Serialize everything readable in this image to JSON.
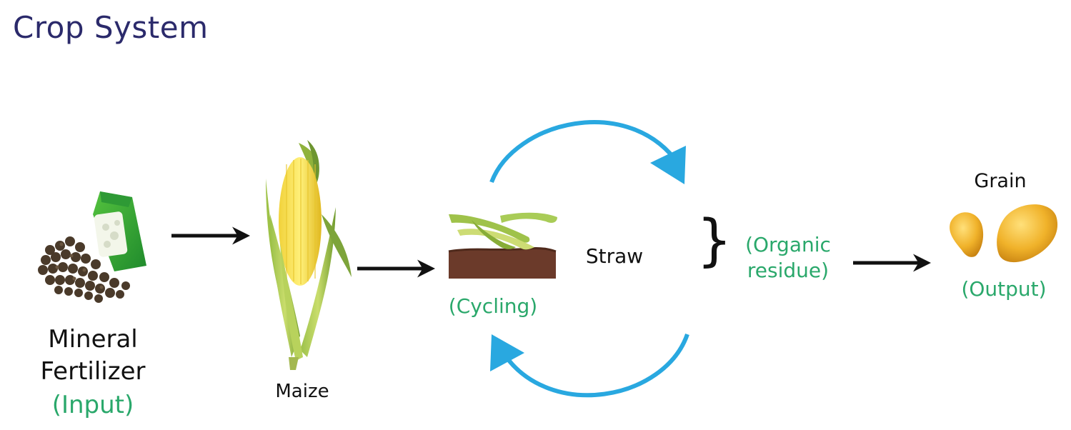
{
  "title": "Crop System",
  "nodes": {
    "fertilizer": {
      "line1": "Mineral",
      "line2": "Fertilizer",
      "role": "(Input)"
    },
    "maize": {
      "label": "Maize"
    },
    "straw": {
      "label": "Straw",
      "role": "(Cycling)"
    },
    "organic": {
      "brace": "}",
      "line1": "(Organic",
      "line2": "residue)"
    },
    "grain": {
      "label": "Grain",
      "role": "(Output)"
    }
  },
  "colors": {
    "title": "#2b2a6b",
    "role_text": "#2aa86b",
    "cycle_arrow": "#29a8e0",
    "flow_arrow": "#111111"
  },
  "icons": [
    "fertilizer-bag-icon",
    "maize-cob-icon",
    "straw-residue-icon",
    "grain-kernels-icon"
  ]
}
